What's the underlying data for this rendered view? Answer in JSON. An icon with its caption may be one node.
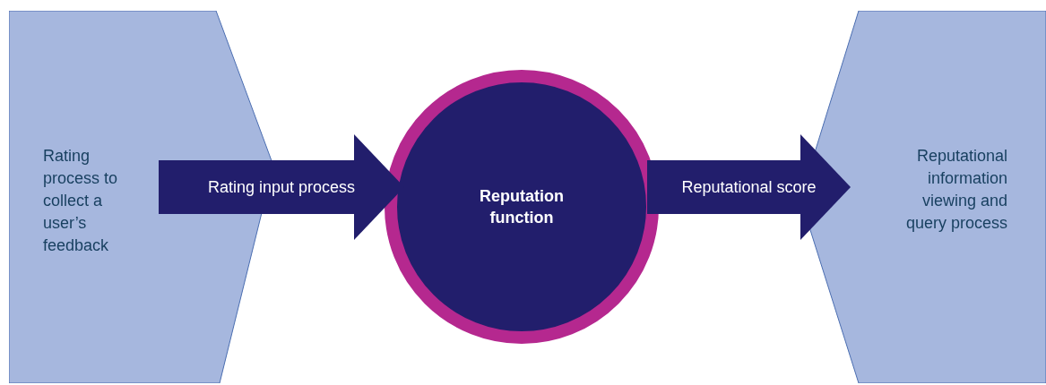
{
  "diagram": {
    "nodes": [
      {
        "text": [
          "Rating process to collect a user’s feedback"
        ]
      },
      {
        "text": [
          "Reputation function"
        ]
      },
      {
        "text": [
          "Reputational information viewing and query process"
        ]
      }
    ],
    "edges": [
      {
        "from": 0,
        "to": 1,
        "arrow": "to",
        "label": "Rating input process"
      },
      {
        "from": 1,
        "to": 2,
        "arrow": "to",
        "label": "Reputational score"
      }
    ]
  }
}
